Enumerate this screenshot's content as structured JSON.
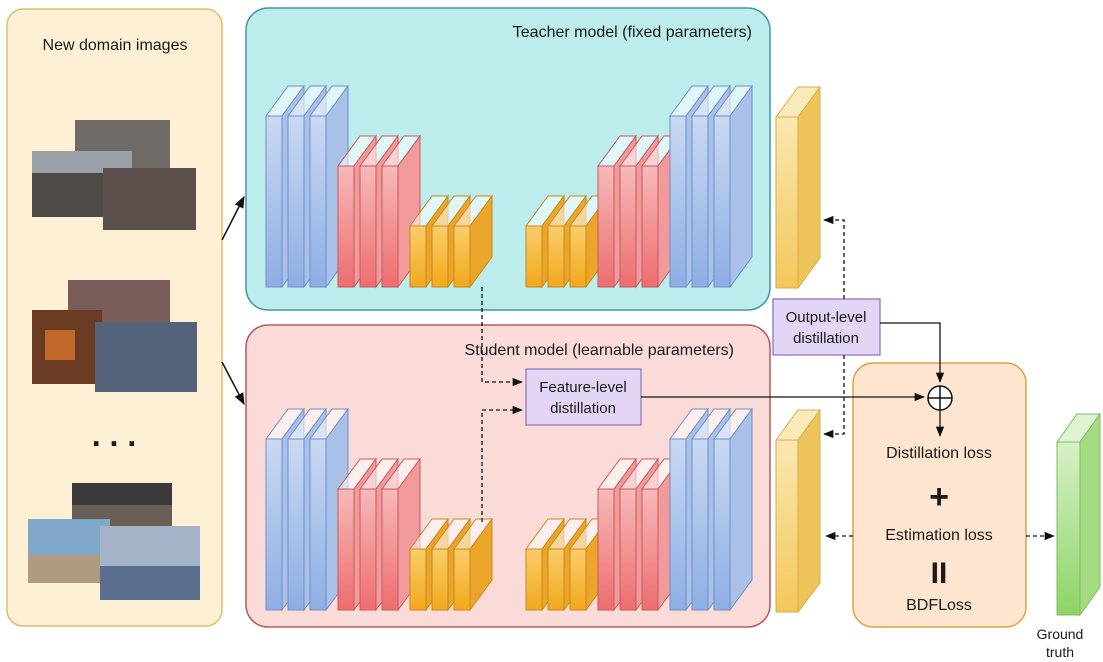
{
  "images_panel": {
    "title": "New domain images",
    "ellipsis": ". . ."
  },
  "teacher": {
    "title": "Teacher model (fixed parameters)"
  },
  "student": {
    "title": "Student model (learnable parameters)"
  },
  "feature_distillation": {
    "line1": "Feature-level",
    "line2": "distillation"
  },
  "output_distillation": {
    "line1": "Output-level",
    "line2": "distillation"
  },
  "loss_panel": {
    "distillation_loss": "Distillation loss",
    "plus": "+",
    "estimation_loss": "Estimation loss",
    "equals": "II",
    "total_loss": "BDFLoss"
  },
  "ground_truth": {
    "line1": "Ground",
    "line2": "truth"
  },
  "colors": {
    "images_panel_fill": "#fdf0d4",
    "teacher_fill": "#bdecec",
    "student_fill": "#fadbd8",
    "distill_box_fill": "#e3d6f5",
    "loss_panel_fill": "#fde5cf",
    "blue_layer": "#9bb8e6",
    "red_layer": "#f27f80",
    "orange_layer": "#f5b32d",
    "output_map": "#f7d98a",
    "ground_truth_map": "#a8dc8c"
  }
}
